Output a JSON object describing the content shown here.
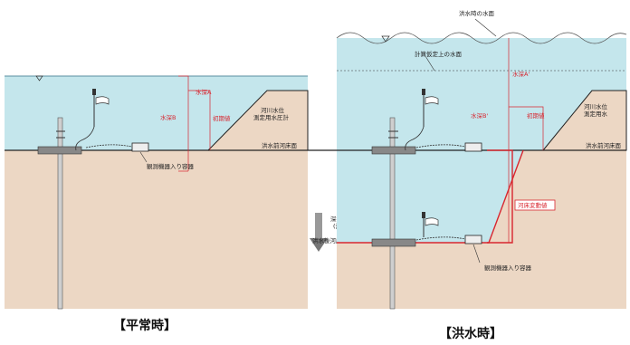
{
  "header": {
    "partial_caption": ""
  },
  "left_panel": {
    "caption": "【平常時】",
    "labels": {
      "water_depth_a": "水深A",
      "water_depth_b": "水深B",
      "initial_value": "初期値",
      "gauge": "河川水位\n測定用水圧計",
      "pre_flood_bed": "洪水前河床面",
      "equipment": "観測機器入り容器"
    }
  },
  "middle": {
    "scour": "深掘れ\n(洗掘)",
    "post_flood_bed": "洪水後河床面"
  },
  "right_panel": {
    "caption": "【洪水時】",
    "labels": {
      "flood_surface": "洪水時の水面",
      "calc_surface": "計算仮定上の水面",
      "water_depth_a": "水深A'",
      "water_depth_b": "水深B'",
      "initial_value": "初期値",
      "gauge": "河川水位\n測定用水",
      "pre_flood_bed": "洪水前河床面",
      "bed_change": "河床変動値",
      "equipment": "観測機器入り容器"
    }
  },
  "colors": {
    "water": "#c4e6ec",
    "soil": "#ecd7c4",
    "red": "#d8262f",
    "line": "#222222"
  }
}
